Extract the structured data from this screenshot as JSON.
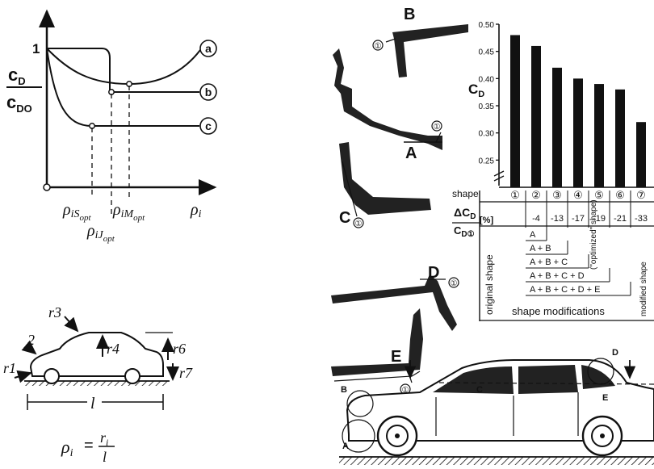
{
  "curve_plot": {
    "y_one": "1",
    "y_num": "c",
    "y_num_sub": "D",
    "y_den": "c",
    "y_den_sub": "DO",
    "x_axis_label": "ρ",
    "x_axis_sub": "i",
    "curves": [
      {
        "id": "a",
        "label": "a"
      },
      {
        "id": "b",
        "label": "b"
      },
      {
        "id": "c",
        "label": "c"
      }
    ],
    "x_ticks": [
      {
        "main": "ρ",
        "sub": "iS",
        "subsub": "opt"
      },
      {
        "main": "ρ",
        "sub": "iM",
        "subsub": "opt"
      },
      {
        "main": "ρ",
        "sub": "iJ",
        "subsub": "opt"
      }
    ]
  },
  "car_sketch": {
    "radius_labels": [
      "r1",
      "2",
      "r3",
      "r4",
      "r6",
      "r7"
    ],
    "length_label": "l",
    "formula": {
      "lhs": "ρ",
      "lhs_sub": "i",
      "eq": "=",
      "num": "r",
      "num_sub": "i",
      "den": "l"
    }
  },
  "detail_labels": {
    "A": "A",
    "B": "B",
    "C": "C",
    "D": "D",
    "E": "E",
    "marker": "①"
  },
  "chart_data": {
    "type": "bar",
    "ylabel": "C",
    "ylabel_sub": "D",
    "ylim": [
      0.2,
      0.5
    ],
    "yticks": [
      "0.50",
      "0.45",
      "0.40",
      "0.35",
      "0.30",
      "0.25"
    ],
    "categories": [
      "①",
      "②",
      "③",
      "④",
      "⑤",
      "⑥",
      "⑦"
    ],
    "values": [
      0.48,
      0.46,
      0.42,
      0.4,
      0.39,
      0.38,
      0.32
    ],
    "bar_color": "#111111"
  },
  "shape_table": {
    "shape_header": "shape",
    "delta_label": "ΔC",
    "delta_sub": "D",
    "pct_label": "[%]",
    "den_label": "C",
    "den_sub": "D①",
    "deltas": [
      "-4",
      "-13",
      "-17",
      "-19",
      "-21",
      "-33"
    ],
    "combos": [
      "A",
      "A + B",
      "A + B + C",
      "A + B + C + D",
      "A + B + C + D + E"
    ],
    "original_label": "original shape",
    "optimized_label": "(\"optimized\" shape)",
    "modified_label": "modified shape",
    "modifications_label": "shape modifications"
  },
  "side_view_labels": {
    "A": "A",
    "B": "B",
    "C": "C",
    "D": "D",
    "E": "E"
  }
}
